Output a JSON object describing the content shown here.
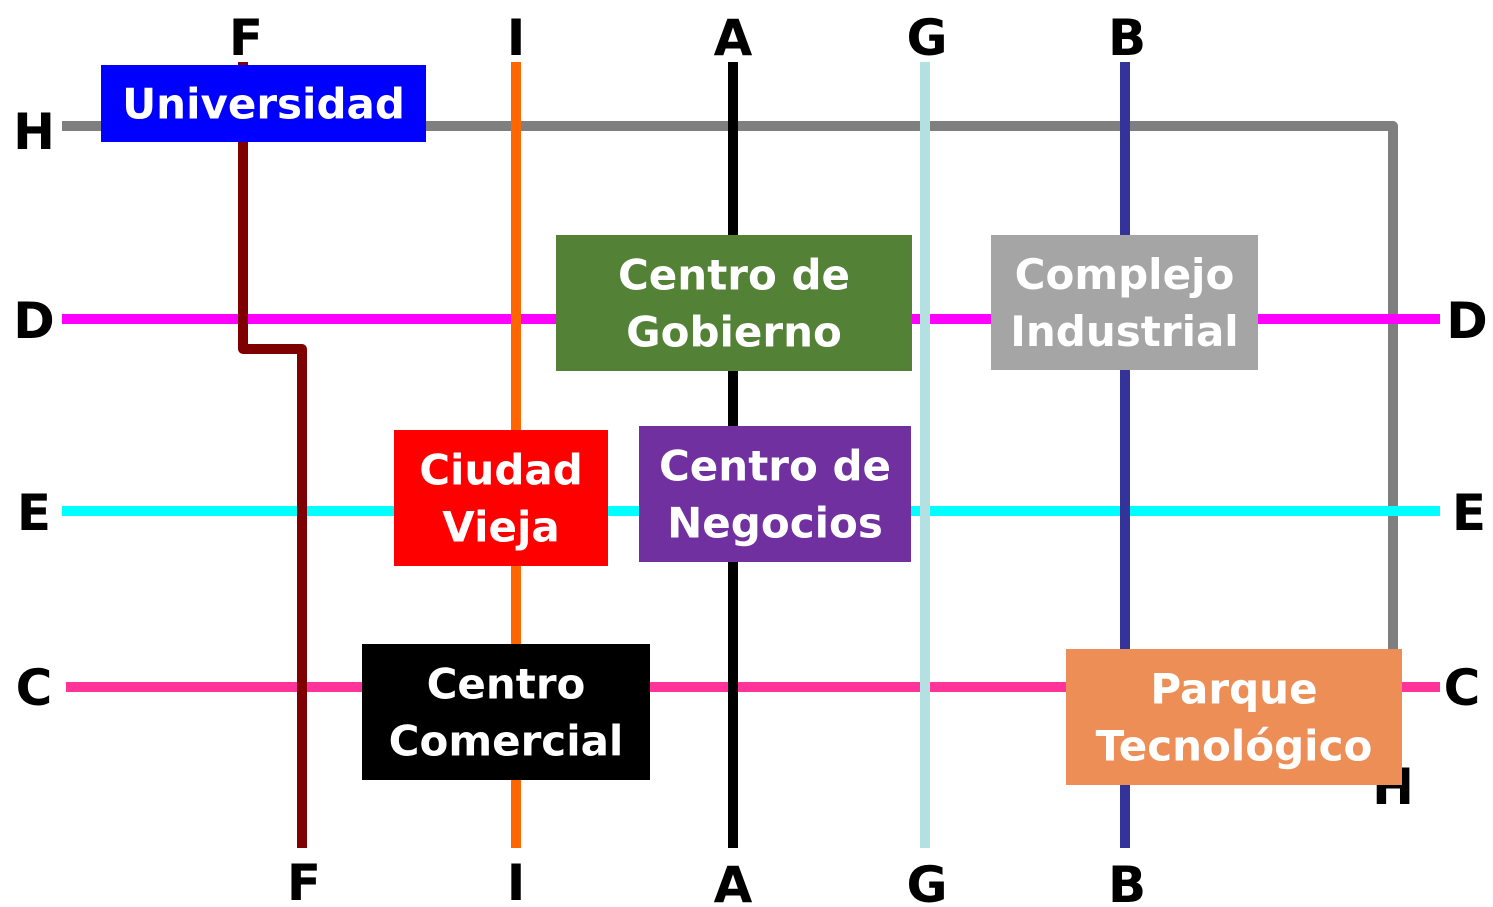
{
  "lines": [
    {
      "id": "A",
      "color": "#000000",
      "start_label": "A",
      "end_label": "A"
    },
    {
      "id": "B",
      "color": "#33339a",
      "start_label": "B",
      "end_label": "B"
    },
    {
      "id": "C",
      "color": "#ff3399",
      "start_label": "C",
      "end_label": "C"
    },
    {
      "id": "D",
      "color": "#ff00ff",
      "start_label": "D",
      "end_label": "D"
    },
    {
      "id": "E",
      "color": "#00ffff",
      "start_label": "E",
      "end_label": "E"
    },
    {
      "id": "F",
      "color": "#7f0000",
      "start_label": "F",
      "end_label": "F"
    },
    {
      "id": "G",
      "color": "#b4e0e2",
      "start_label": "G",
      "end_label": "G"
    },
    {
      "id": "H",
      "color": "#7f7f7f",
      "start_label": "H",
      "end_label": "H"
    },
    {
      "id": "I",
      "color": "#ff6600",
      "start_label": "I",
      "end_label": "I"
    }
  ],
  "stations": [
    {
      "id": "universidad",
      "lines": [
        "Universidad"
      ],
      "color": "#0000ff",
      "text_color": "#ffffff"
    },
    {
      "id": "centro-de-gobierno",
      "lines": [
        "Centro de",
        "Gobierno"
      ],
      "color": "#538135",
      "text_color": "#ffffff"
    },
    {
      "id": "complejo-industrial",
      "lines": [
        "Complejo",
        "Industrial"
      ],
      "color": "#a5a5a5",
      "text_color": "#ffffff"
    },
    {
      "id": "ciudad-vieja",
      "lines": [
        "Ciudad",
        "Vieja"
      ],
      "color": "#ff0000",
      "text_color": "#ffffff"
    },
    {
      "id": "centro-de-negocios",
      "lines": [
        "Centro de",
        "Negocios"
      ],
      "color": "#7030a0",
      "text_color": "#ffffff"
    },
    {
      "id": "centro-comercial",
      "lines": [
        "Centro",
        "Comercial"
      ],
      "color": "#000000",
      "text_color": "#ffffff"
    },
    {
      "id": "parque-tecnologico",
      "lines": [
        "Parque",
        "Tecnológico"
      ],
      "color": "#ec8e56",
      "text_color": "#ffffff"
    }
  ]
}
